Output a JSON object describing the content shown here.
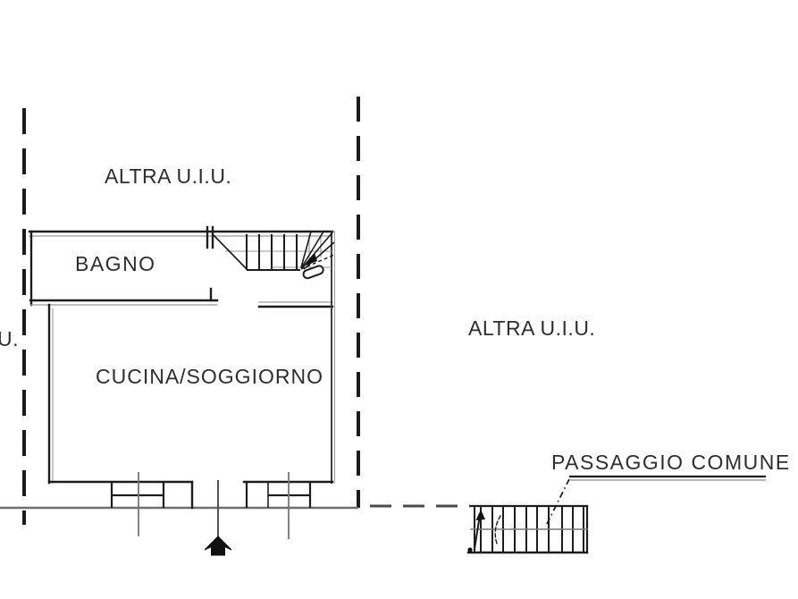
{
  "floor_plan": {
    "labels": {
      "adjacent_unit_top": "ALTRA U.I.U.",
      "adjacent_unit_left_partial": "U.",
      "bathroom": "BAGNO",
      "kitchen_living_room": "CUCINA/SOGGIORNO",
      "adjacent_unit_right": "ALTRA U.I.U.",
      "common_passage": "PASSAGGIO COMUNE"
    },
    "colors": {
      "background": "#ffffff",
      "wall_line": "#1d1d1d",
      "thin_line": "#6e6e6e",
      "light_line": "#9a9a9a",
      "text": "#2e2e2e"
    }
  }
}
